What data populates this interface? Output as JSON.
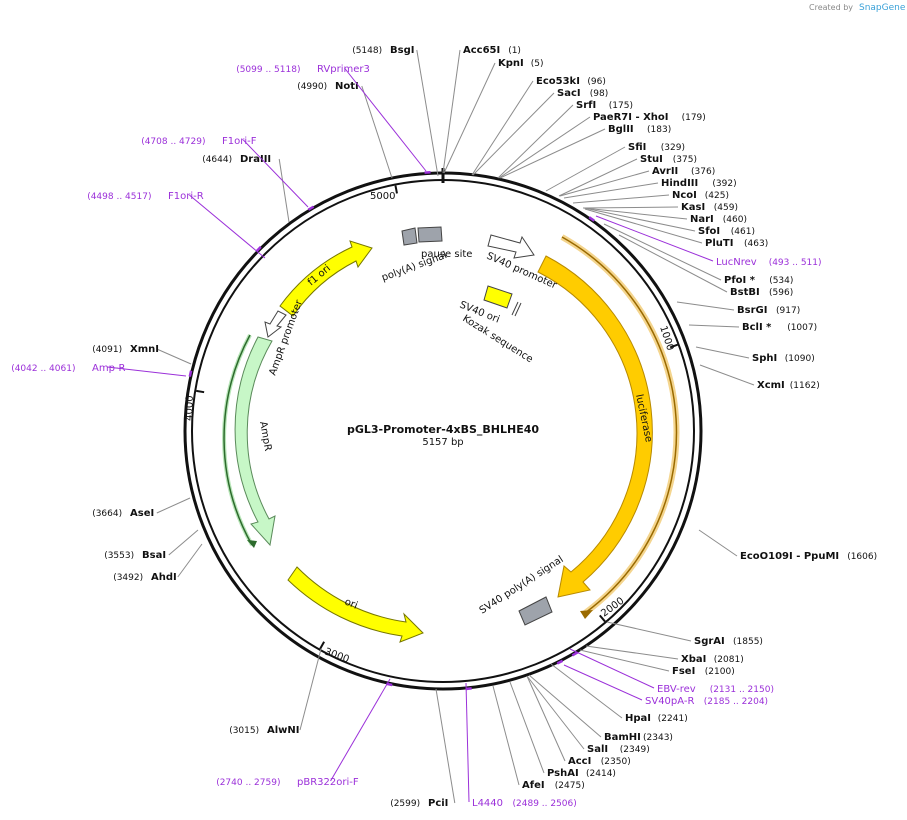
{
  "credit": {
    "prefix": "Created by",
    "brand": "SnapGene"
  },
  "plasmid": {
    "name": "pGL3-Promoter-4xBS_BHLHE40",
    "length_label": "5157 bp",
    "length": 5157
  },
  "ticks": [
    {
      "bp": 5000,
      "label": "5000"
    },
    {
      "bp": 1000,
      "label": "1000"
    },
    {
      "bp": 2000,
      "label": "2000"
    },
    {
      "bp": 3000,
      "label": "3000"
    },
    {
      "bp": 4000,
      "label": "4000"
    }
  ],
  "sites": [
    {
      "name": "BsgI",
      "pos": "(5148)",
      "bp": 5148,
      "side": "left"
    },
    {
      "name": "Acc65I",
      "pos": "(1)",
      "bp": 1,
      "side": "right"
    },
    {
      "name": "KpnI",
      "pos": "(5)",
      "bp": 5,
      "side": "right"
    },
    {
      "name": "NotI",
      "pos": "(4990)",
      "bp": 4990,
      "side": "left"
    },
    {
      "name": "Eco53kI",
      "pos": "(96)",
      "bp": 96,
      "side": "right"
    },
    {
      "name": "SacI",
      "pos": "(98)",
      "bp": 98,
      "side": "right"
    },
    {
      "name": "SrfI",
      "pos": "(175)",
      "bp": 175,
      "side": "right"
    },
    {
      "name": "PaeR7I - XhoI",
      "pos": "(179)",
      "bp": 179,
      "side": "right"
    },
    {
      "name": "BglII",
      "pos": "(183)",
      "bp": 183,
      "side": "right"
    },
    {
      "name": "DraIII",
      "pos": "(4644)",
      "bp": 4644,
      "side": "left"
    },
    {
      "name": "SfiI",
      "pos": "(329)",
      "bp": 329,
      "side": "right"
    },
    {
      "name": "StuI",
      "pos": "(375)",
      "bp": 375,
      "side": "right"
    },
    {
      "name": "AvrII",
      "pos": "(376)",
      "bp": 376,
      "side": "right"
    },
    {
      "name": "HindIII",
      "pos": "(392)",
      "bp": 392,
      "side": "right"
    },
    {
      "name": "NcoI",
      "pos": "(425)",
      "bp": 425,
      "side": "right"
    },
    {
      "name": "KasI",
      "pos": "(459)",
      "bp": 459,
      "side": "right"
    },
    {
      "name": "NarI",
      "pos": "(460)",
      "bp": 460,
      "side": "right"
    },
    {
      "name": "SfoI",
      "pos": "(461)",
      "bp": 461,
      "side": "right"
    },
    {
      "name": "PluTI",
      "pos": "(463)",
      "bp": 463,
      "side": "right"
    },
    {
      "name": "PfoI *",
      "pos": "(534)",
      "bp": 534,
      "side": "right"
    },
    {
      "name": "BstBI",
      "pos": "(596)",
      "bp": 596,
      "side": "right"
    },
    {
      "name": "BsrGI",
      "pos": "(917)",
      "bp": 917,
      "side": "right"
    },
    {
      "name": "BclI *",
      "pos": "(1007)",
      "bp": 1007,
      "side": "right"
    },
    {
      "name": "SphI",
      "pos": "(1090)",
      "bp": 1090,
      "side": "right"
    },
    {
      "name": "XcmI",
      "pos": "(1162)",
      "bp": 1162,
      "side": "right"
    },
    {
      "name": "XmnI",
      "pos": "(4091)",
      "bp": 4091,
      "side": "left"
    },
    {
      "name": "AseI",
      "pos": "(3664)",
      "bp": 3664,
      "side": "left"
    },
    {
      "name": "EcoO109I - PpuMI",
      "pos": "(1606)",
      "bp": 1606,
      "side": "right"
    },
    {
      "name": "BsaI",
      "pos": "(3553)",
      "bp": 3553,
      "side": "left"
    },
    {
      "name": "AhdI",
      "pos": "(3492)",
      "bp": 3492,
      "side": "left"
    },
    {
      "name": "SgrAI",
      "pos": "(1855)",
      "bp": 1855,
      "side": "right"
    },
    {
      "name": "XbaI",
      "pos": "(2081)",
      "bp": 2081,
      "side": "right"
    },
    {
      "name": "FseI",
      "pos": "(2100)",
      "bp": 2100,
      "side": "right"
    },
    {
      "name": "HpaI",
      "pos": "(2241)",
      "bp": 2241,
      "side": "right"
    },
    {
      "name": "BamHI",
      "pos": "(2343)",
      "bp": 2343,
      "side": "right"
    },
    {
      "name": "SalI",
      "pos": "(2349)",
      "bp": 2349,
      "side": "right"
    },
    {
      "name": "AccI",
      "pos": "(2350)",
      "bp": 2350,
      "side": "right"
    },
    {
      "name": "PshAI",
      "pos": "(2414)",
      "bp": 2414,
      "side": "right"
    },
    {
      "name": "AfeI",
      "pos": "(2475)",
      "bp": 2475,
      "side": "right"
    },
    {
      "name": "AlwNI",
      "pos": "(3015)",
      "bp": 3015,
      "side": "left"
    },
    {
      "name": "PciI",
      "pos": "(2599)",
      "bp": 2599,
      "side": "left"
    }
  ],
  "primers": [
    {
      "name": "RVprimer3",
      "pos": "(5099 .. 5118)",
      "bp": 5108,
      "side": "left"
    },
    {
      "name": "F1ori-F",
      "pos": "(4708 .. 4729)",
      "bp": 4718,
      "side": "left"
    },
    {
      "name": "F1ori-R",
      "pos": "(4498 .. 4517)",
      "bp": 4507,
      "side": "left"
    },
    {
      "name": "LucNrev",
      "pos": "(493 .. 511)",
      "bp": 502,
      "side": "right"
    },
    {
      "name": "Amp-R",
      "pos": "(4042 .. 4061)",
      "bp": 4051,
      "side": "left"
    },
    {
      "name": "EBV-rev",
      "pos": "(2131 .. 2150)",
      "bp": 2140,
      "side": "right"
    },
    {
      "name": "SV40pA-R",
      "pos": "(2185 .. 2204)",
      "bp": 2194,
      "side": "right"
    },
    {
      "name": "pBR322ori-F",
      "pos": "(2740 .. 2759)",
      "bp": 2750,
      "side": "left"
    },
    {
      "name": "L4440",
      "pos": "(2489 .. 2506)",
      "bp": 2497,
      "side": "right"
    }
  ],
  "features": [
    {
      "name": "luciferase",
      "color": "#ffcc00",
      "start": 272,
      "end": 1924
    },
    {
      "name": "SV40 promoter",
      "color": "#ffffff",
      "start": 48,
      "end": 240
    },
    {
      "name": "SV40 ori",
      "color": "#ffff00",
      "start": 130,
      "end": 200
    },
    {
      "name": "Kozak sequence",
      "color": "#ffffff",
      "start": 262,
      "end": 271
    },
    {
      "name": "SV40 poly(A) signal",
      "color": "#9ea3ab",
      "start": 1955,
      "end": 2076
    },
    {
      "name": "ori",
      "color": "#ffff00",
      "start": 2760,
      "end": 3350
    },
    {
      "name": "AmpR",
      "color": "#c7f7c7",
      "start": 3520,
      "end": 4380
    },
    {
      "name": "AmpR promoter",
      "color": "#ffffff",
      "start": 4380,
      "end": 4480
    },
    {
      "name": "f1 ori",
      "color": "#ffff00",
      "start": 4560,
      "end": 4980
    },
    {
      "name": "poly(A) signal",
      "color": "#9ea3ab",
      "start": 5020,
      "end": 5070
    },
    {
      "name": "pause site",
      "color": "#9ea3ab",
      "start": 5080,
      "end": 5150
    }
  ],
  "colors": {
    "site_line": "#8c8c8c",
    "primer": "#9b30d9",
    "backbone": "#111111"
  }
}
